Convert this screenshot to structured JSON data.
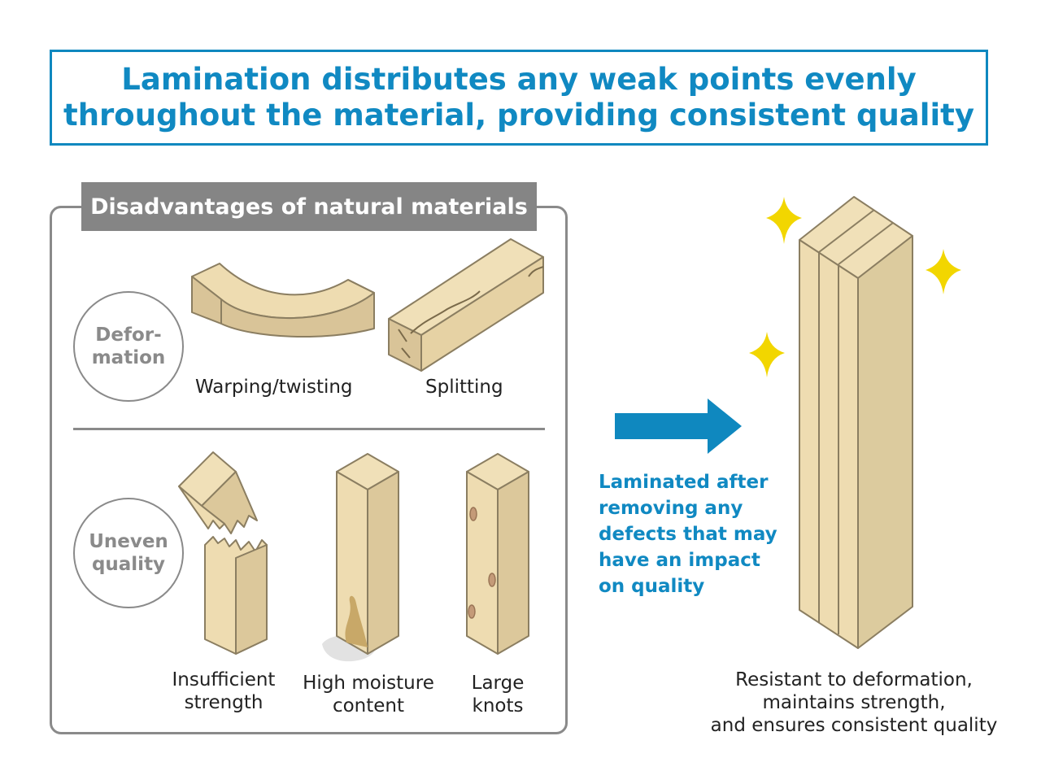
{
  "title": {
    "line1": "Lamination distributes any weak points evenly",
    "line2": "throughout the material, providing consistent quality"
  },
  "panel": {
    "heading": "Disadvantages of natural materials",
    "deformation": {
      "circle_line1": "Defor-",
      "circle_line2": "mation",
      "items": [
        "Warping/twisting",
        "Splitting"
      ]
    },
    "uneven": {
      "circle_line1": "Uneven",
      "circle_line2": "quality",
      "items": [
        {
          "line1": "Insufficient",
          "line2": "strength"
        },
        {
          "line1": "High moisture",
          "line2": "content"
        },
        {
          "line1": "Large",
          "line2": "knots"
        }
      ]
    }
  },
  "process": {
    "lines": [
      "Laminated after",
      "removing any",
      "defects that may",
      "have an impact",
      "on quality"
    ]
  },
  "result": {
    "lines": [
      "Resistant to deformation,",
      "maintains strength,",
      "and ensures consistent quality"
    ]
  },
  "colors": {
    "accent_blue": "#0f88bf",
    "wood_light": "#eedcb1",
    "wood_mid": "#e2cd9c",
    "wood_dark": "#d6c194",
    "outline": "#8b7e61",
    "sparkle": "#f2d600",
    "gray": "#8a8a8a"
  },
  "icons": [
    "sparkle-icon",
    "arrow-right-icon"
  ]
}
